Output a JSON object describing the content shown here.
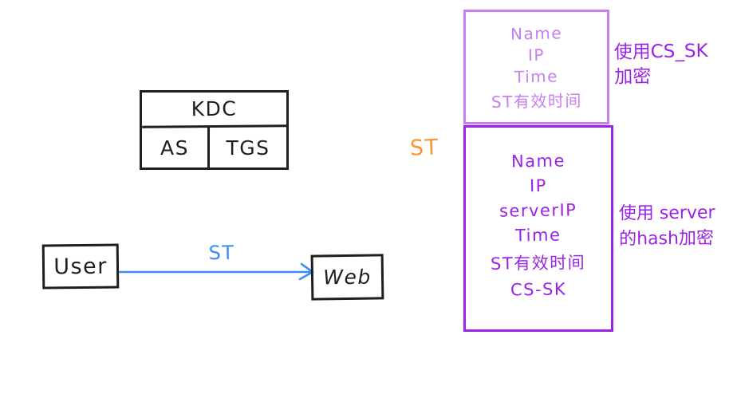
{
  "colors": {
    "ink": "#1e1e1e",
    "arrow_blue": "#3c8bf5",
    "light_purple": "#c87ef0",
    "purple": "#9c22e8",
    "orange": "#f29a38"
  },
  "kdc": {
    "title": "KDC",
    "left_cell": "AS",
    "right_cell": "TGS"
  },
  "flow": {
    "user_label": "User",
    "web_label": "Web",
    "arrow_label": "ST"
  },
  "outer_ticket": {
    "fields": [
      "Name",
      "IP",
      "Time",
      "ST有效时间"
    ],
    "note_line1": "使用CS_SK",
    "note_line2": "加密"
  },
  "service_ticket": {
    "tag": "ST",
    "fields": [
      "Name",
      "IP",
      "serverIP",
      "Time",
      "ST有效时间",
      "CS-SK"
    ],
    "note_line1": "使用 server",
    "note_line2": "的hash加密"
  }
}
